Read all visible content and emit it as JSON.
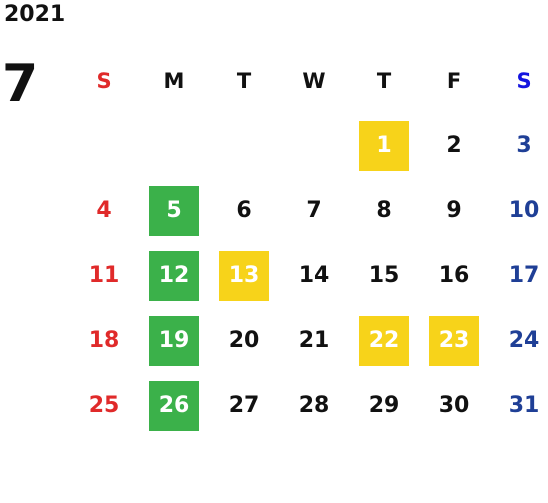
{
  "calendar": {
    "year": "2021",
    "month": "7",
    "weekdays": [
      "S",
      "M",
      "T",
      "W",
      "T",
      "F",
      "S"
    ],
    "days": [
      "1",
      "2",
      "3",
      "4",
      "5",
      "6",
      "7",
      "8",
      "9",
      "10",
      "11",
      "12",
      "13",
      "14",
      "15",
      "16",
      "17",
      "18",
      "19",
      "20",
      "21",
      "22",
      "23",
      "24",
      "25",
      "26",
      "27",
      "28",
      "29",
      "30",
      "31"
    ],
    "highlights": {
      "yellow_days": [
        "1",
        "13",
        "22",
        "23"
      ],
      "green_days": [
        "5",
        "12",
        "19",
        "26"
      ]
    },
    "colors": {
      "sunday": "#e02a2a",
      "saturday": "#1f3f96",
      "saturday_header": "#1414e0",
      "weekday": "#111111",
      "yellow_highlight": "#f7d31a",
      "green_highlight": "#3bb14a"
    }
  }
}
